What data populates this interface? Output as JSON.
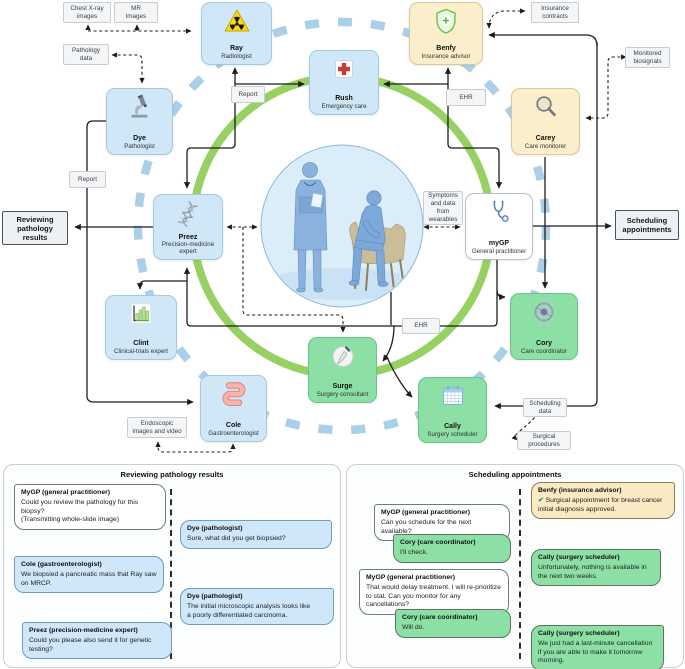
{
  "figure": {
    "flow_labels": {
      "chest_xray": "Chest X-ray\nimages",
      "mr": "MR\nimages",
      "pathology_data": "Pathology\ndata",
      "report_top": "Report",
      "ehr_top": "EHR",
      "insurance_contracts": "Insurance\ncontracts",
      "monitored_biosignals": "Monitored\nbiosignals",
      "report_left": "Report",
      "symptoms": "Symptoms\nand data\nfrom\nwearables",
      "ehr_bottom": "EHR",
      "endoscopic": "Endoscopic\nimages and video",
      "scheduling_data": "Scheduling\ndata",
      "surgical_procedures": "Surgical\nprocedures"
    },
    "side_labels": {
      "left": "Reviewing\npathology\nresults",
      "right": "Scheduling\nappointments"
    },
    "agents": [
      {
        "name": "Ray",
        "role": "Radiologist",
        "icon": "radiation-icon",
        "color": "blue"
      },
      {
        "name": "Rush",
        "role": "Emergency care",
        "icon": "red-cross-icon",
        "color": "blue"
      },
      {
        "name": "Benfy",
        "role": "Insurance advisor",
        "icon": "shield-plus-icon",
        "color": "yellow"
      },
      {
        "name": "Carey",
        "role": "Care monitorer",
        "icon": "magnifier-icon",
        "color": "yellow"
      },
      {
        "name": "Dye",
        "role": "Pathologist",
        "icon": "microscope-icon",
        "color": "blue"
      },
      {
        "name": "Preez",
        "role": "Precision-medicine expert",
        "icon": "dna-icon",
        "color": "blue"
      },
      {
        "name": "myGP",
        "role": "General practitioner",
        "icon": "stethoscope-icon",
        "color": "white"
      },
      {
        "name": "Clint",
        "role": "Clinical-trials expert",
        "icon": "bar-chart-icon",
        "color": "blue"
      },
      {
        "name": "Cory",
        "role": "Care coordinator",
        "icon": "orbit-icon",
        "color": "green"
      },
      {
        "name": "Cole",
        "role": "Gastroenterologist",
        "icon": "intestine-icon",
        "color": "blue"
      },
      {
        "name": "Surge",
        "role": "Surgery consultant",
        "icon": "scalpel-icon",
        "color": "green"
      },
      {
        "name": "Cally",
        "role": "Surgery scheduler",
        "icon": "calendar-icon",
        "color": "green"
      }
    ],
    "colors": {
      "agent_blue": "#cfe7f7",
      "agent_yellow": "#faeecb",
      "agent_green": "#8ce0a5",
      "agent_white": "#ffffff",
      "ring_green": "#97d163",
      "ring_blue_dashed": "#a9cfe9",
      "center_circle": "#dcedfa",
      "check_green": "#1f9d55"
    }
  },
  "panels": [
    {
      "title": "Reviewing pathology results",
      "messages": [
        {
          "speaker": "MyGP (general practitioner)",
          "text": "Could you review the pathology for this biopsy?\n(Transmitting whole-slide image)"
        },
        {
          "speaker": "Dye (pathologist)",
          "text": "Sure, what did you get biopsied?"
        },
        {
          "speaker": "Cole (gastroenterologist)",
          "text": "We biopsied a pancreatic mass that Ray saw\non MRCP."
        },
        {
          "speaker": "Dye (pathologist)",
          "text": "The initial microscopic analysis looks like\na poorly differentiated carcinoma."
        },
        {
          "speaker": "Preez (precision-medicine expert)",
          "text": "Could you please also send it for genetic testing?"
        }
      ]
    },
    {
      "title": "Scheduling appointments",
      "messages": [
        {
          "speaker": "Benfy (insurance advisor)",
          "check": "✔",
          "text": "Surgical appointment for breast cancer\ninitial diagnosis approved."
        },
        {
          "speaker": "MyGP (general practitioner)",
          "text": "Can you schedule for the next available?"
        },
        {
          "speaker": "Cory (care coordinator)",
          "text": "I'll check."
        },
        {
          "speaker": "Cally (surgery scheduler)",
          "text": "Unfortunately, nothing is available in\nthe next two weeks."
        },
        {
          "speaker": "MyGP (general practitioner)",
          "text": "That would delay treatment. I will re-prioritize\nto stat. Can you monitor for any cancellations?"
        },
        {
          "speaker": "Cory (care coordinator)",
          "text": "Will do."
        },
        {
          "speaker": "Cally (surgery scheduler)",
          "text": "We just had a last-minute cancellation\nif you are able to make it tomorrow morning."
        }
      ]
    }
  ]
}
